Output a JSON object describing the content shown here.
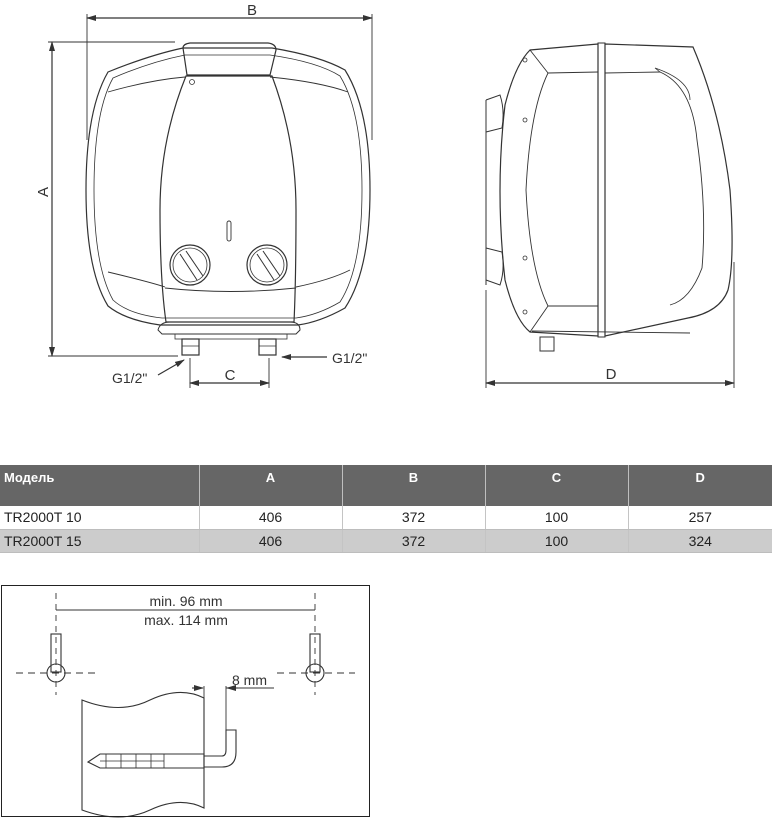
{
  "front_view": {
    "dim_height_label": "A",
    "dim_width_label": "B",
    "dim_pipe_spacing_label": "C",
    "pipe_left_label": "G1/2\"",
    "pipe_right_label": "G1/2\""
  },
  "side_view": {
    "dim_depth_label": "D"
  },
  "spec_table": {
    "headers": [
      "Модель",
      "A",
      "B",
      "C",
      "D"
    ],
    "rows": [
      {
        "model": "TR2000T 10",
        "A": "406",
        "B": "372",
        "C": "100",
        "D": "257"
      },
      {
        "model": "TR2000T 15",
        "A": "406",
        "B": "372",
        "C": "100",
        "D": "324"
      }
    ]
  },
  "mounting_diagram": {
    "spacing_min": "min. 96 mm",
    "spacing_max": "max. 114 mm",
    "hook_offset": "8 mm"
  },
  "colors": {
    "table_header_bg": "#666666",
    "table_header_text": "#ffffff",
    "table_alt_row_bg": "#cccccc",
    "line_color": "#333333"
  }
}
